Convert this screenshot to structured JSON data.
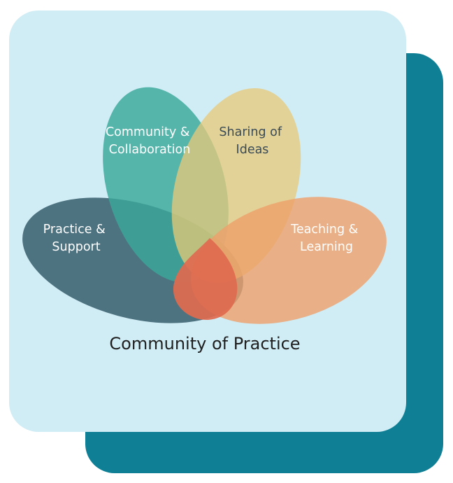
{
  "diagram": {
    "title": "Community of Practice",
    "petals": [
      {
        "id": "practice-support",
        "lines": [
          "Practice &",
          "Support"
        ],
        "color": "#2f5766"
      },
      {
        "id": "community-collaboration",
        "lines": [
          "Community &",
          "Collaboration"
        ],
        "color": "#3aa89a"
      },
      {
        "id": "sharing-ideas",
        "lines": [
          "Sharing of",
          "Ideas"
        ],
        "color": "#e8ca78"
      },
      {
        "id": "teaching-learning",
        "lines": [
          "Teaching &",
          "Learning"
        ],
        "color": "#efa06a"
      }
    ],
    "center_color": "#e06a4f"
  },
  "card_colors": {
    "front": "#d0ecf5",
    "back": "#0f7f95"
  }
}
